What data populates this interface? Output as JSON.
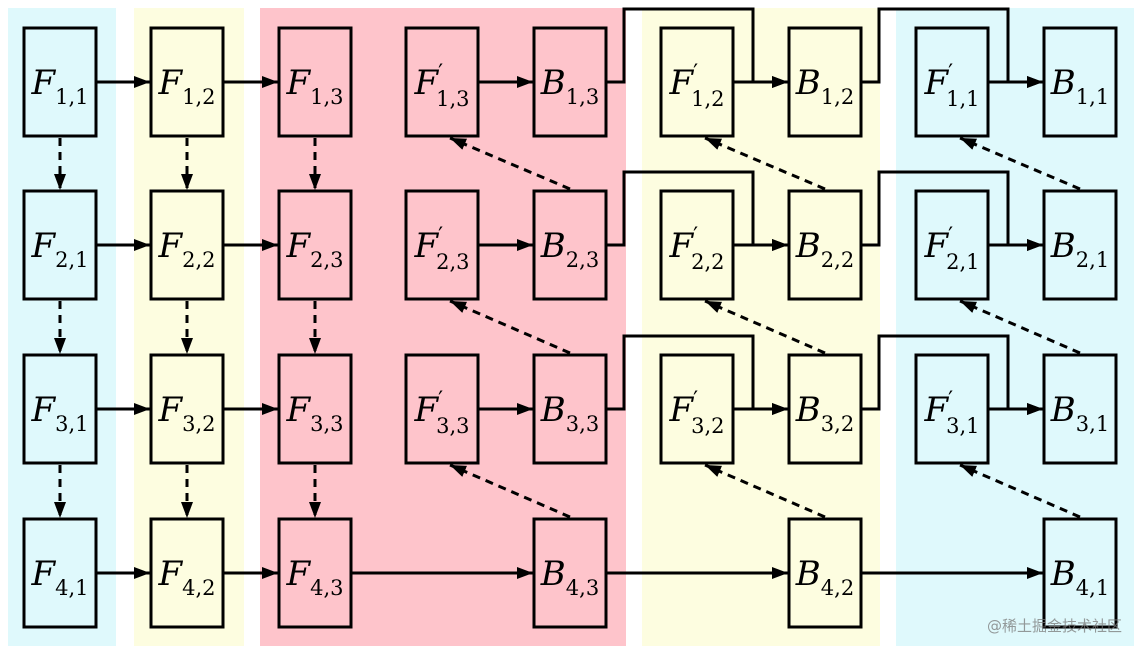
{
  "colors": {
    "stage1": "#dff9fc",
    "stage2": "#fdfde0",
    "stage3": "#fec4cb",
    "stroke": "#000000"
  },
  "bands": [
    {
      "id": "stage-1",
      "fill": "stage1"
    },
    {
      "id": "stage-2",
      "fill": "stage2"
    },
    {
      "id": "stage-3",
      "fill": "stage3"
    },
    {
      "id": "stage-2b",
      "fill": "stage2"
    },
    {
      "id": "stage-1b",
      "fill": "stage1"
    }
  ],
  "nodes": [
    {
      "id": "F11",
      "base": "F",
      "sub": "1,1",
      "fill": "stage1"
    },
    {
      "id": "F12",
      "base": "F",
      "sub": "1,2",
      "fill": "stage2"
    },
    {
      "id": "F13",
      "base": "F",
      "sub": "1,3",
      "fill": "stage3"
    },
    {
      "id": "Fp13",
      "base": "F",
      "prime": true,
      "sub": "1,3",
      "fill": "stage3"
    },
    {
      "id": "B13",
      "base": "B",
      "sub": "1,3",
      "fill": "stage3"
    },
    {
      "id": "Fp12",
      "base": "F",
      "prime": true,
      "sub": "1,2",
      "fill": "stage2"
    },
    {
      "id": "B12",
      "base": "B",
      "sub": "1,2",
      "fill": "stage2"
    },
    {
      "id": "Fp11",
      "base": "F",
      "prime": true,
      "sub": "1,1",
      "fill": "stage1"
    },
    {
      "id": "B11",
      "base": "B",
      "sub": "1,1",
      "fill": "stage1"
    },
    {
      "id": "F21",
      "base": "F",
      "sub": "2,1",
      "fill": "stage1"
    },
    {
      "id": "F22",
      "base": "F",
      "sub": "2,2",
      "fill": "stage2"
    },
    {
      "id": "F23",
      "base": "F",
      "sub": "2,3",
      "fill": "stage3"
    },
    {
      "id": "Fp23",
      "base": "F",
      "prime": true,
      "sub": "2,3",
      "fill": "stage3"
    },
    {
      "id": "B23",
      "base": "B",
      "sub": "2,3",
      "fill": "stage3"
    },
    {
      "id": "Fp22",
      "base": "F",
      "prime": true,
      "sub": "2,2",
      "fill": "stage2"
    },
    {
      "id": "B22",
      "base": "B",
      "sub": "2,2",
      "fill": "stage2"
    },
    {
      "id": "Fp21",
      "base": "F",
      "prime": true,
      "sub": "2,1",
      "fill": "stage1"
    },
    {
      "id": "B21",
      "base": "B",
      "sub": "2,1",
      "fill": "stage1"
    },
    {
      "id": "F31",
      "base": "F",
      "sub": "3,1",
      "fill": "stage1"
    },
    {
      "id": "F32",
      "base": "F",
      "sub": "3,2",
      "fill": "stage2"
    },
    {
      "id": "F33",
      "base": "F",
      "sub": "3,3",
      "fill": "stage3"
    },
    {
      "id": "Fp33",
      "base": "F",
      "prime": true,
      "sub": "3,3",
      "fill": "stage3"
    },
    {
      "id": "B33",
      "base": "B",
      "sub": "3,3",
      "fill": "stage3"
    },
    {
      "id": "Fp32",
      "base": "F",
      "prime": true,
      "sub": "3,2",
      "fill": "stage2"
    },
    {
      "id": "B32",
      "base": "B",
      "sub": "3,2",
      "fill": "stage2"
    },
    {
      "id": "Fp31",
      "base": "F",
      "prime": true,
      "sub": "3,1",
      "fill": "stage1"
    },
    {
      "id": "B31",
      "base": "B",
      "sub": "3,1",
      "fill": "stage1"
    },
    {
      "id": "F41",
      "base": "F",
      "sub": "4,1",
      "fill": "stage1"
    },
    {
      "id": "F42",
      "base": "F",
      "sub": "4,2",
      "fill": "stage2"
    },
    {
      "id": "F43",
      "base": "F",
      "sub": "4,3",
      "fill": "stage3"
    },
    {
      "id": "B43",
      "base": "B",
      "sub": "4,3",
      "fill": "stage3"
    },
    {
      "id": "B42",
      "base": "B",
      "sub": "4,2",
      "fill": "stage2"
    },
    {
      "id": "B41",
      "base": "B",
      "sub": "4,1",
      "fill": "stage1"
    }
  ],
  "edges_solid": [
    [
      "F11",
      "F12"
    ],
    [
      "F12",
      "F13"
    ],
    [
      "Fp13",
      "B13"
    ],
    [
      "Fp12",
      "B12"
    ],
    [
      "Fp11",
      "B11"
    ],
    [
      "F21",
      "F22"
    ],
    [
      "F22",
      "F23"
    ],
    [
      "Fp23",
      "B23"
    ],
    [
      "Fp22",
      "B22"
    ],
    [
      "Fp21",
      "B21"
    ],
    [
      "F31",
      "F32"
    ],
    [
      "F32",
      "F33"
    ],
    [
      "Fp33",
      "B33"
    ],
    [
      "Fp32",
      "B32"
    ],
    [
      "Fp31",
      "B31"
    ],
    [
      "F41",
      "F42"
    ],
    [
      "F42",
      "F43"
    ],
    [
      "F43",
      "B43"
    ],
    [
      "B43",
      "B42"
    ],
    [
      "B42",
      "B41"
    ]
  ],
  "edges_elbow": [
    [
      "B13",
      "B12"
    ],
    [
      "B12",
      "B11"
    ],
    [
      "B23",
      "B22"
    ],
    [
      "B22",
      "B21"
    ],
    [
      "B33",
      "B32"
    ],
    [
      "B32",
      "B31"
    ]
  ],
  "edges_dashed_down": [
    [
      "F11",
      "F21"
    ],
    [
      "F21",
      "F31"
    ],
    [
      "F31",
      "F41"
    ],
    [
      "F12",
      "F22"
    ],
    [
      "F22",
      "F32"
    ],
    [
      "F32",
      "F42"
    ],
    [
      "F13",
      "F23"
    ],
    [
      "F23",
      "F33"
    ],
    [
      "F33",
      "F43"
    ]
  ],
  "edges_dashed_diag": [
    [
      "B23",
      "Fp13"
    ],
    [
      "B33",
      "Fp23"
    ],
    [
      "B43",
      "Fp33"
    ],
    [
      "B22",
      "Fp12"
    ],
    [
      "B32",
      "Fp22"
    ],
    [
      "B42",
      "Fp32"
    ],
    [
      "B21",
      "Fp11"
    ],
    [
      "B31",
      "Fp21"
    ],
    [
      "B41",
      "Fp31"
    ]
  ],
  "watermark": "@稀土掘金技术社区"
}
